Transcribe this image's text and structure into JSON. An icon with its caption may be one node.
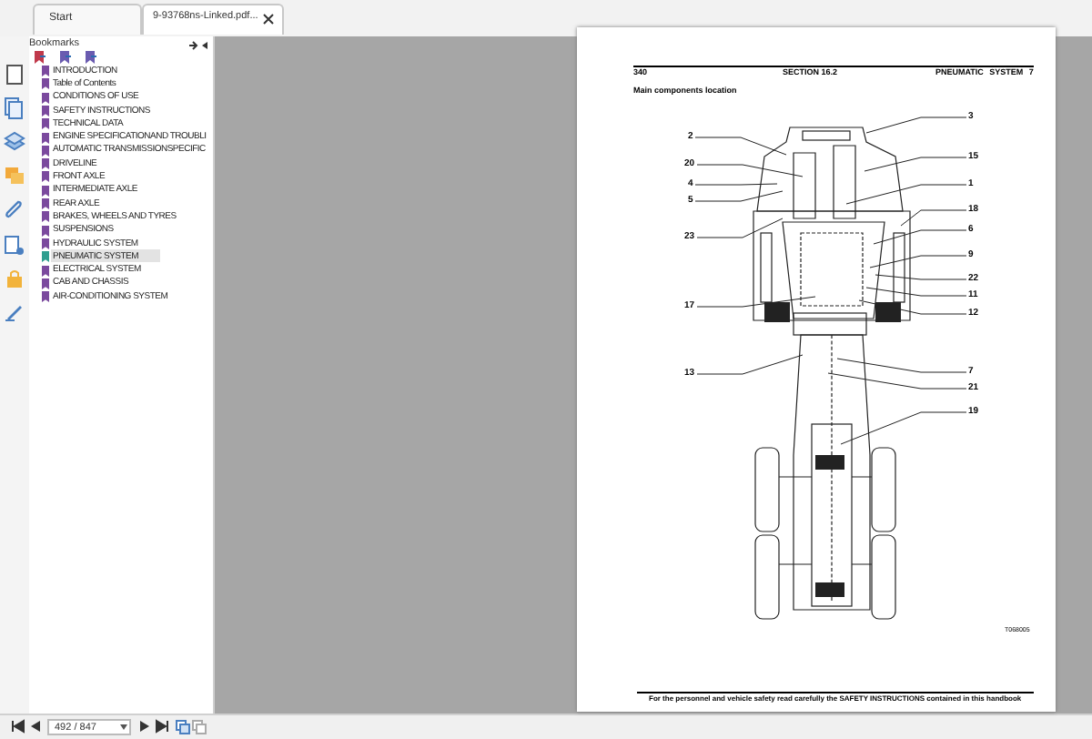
{
  "diagram": {
    "nodes": [
      {
        "text": [
          "3"
        ]
      },
      {
        "text": [
          "2"
        ]
      },
      {
        "text": [
          "20"
        ]
      },
      {
        "text": [
          "15"
        ]
      },
      {
        "text": [
          "4"
        ]
      },
      {
        "text": [
          "5"
        ]
      },
      {
        "text": [
          "1"
        ]
      },
      {
        "text": [
          "18"
        ]
      },
      {
        "text": [
          "6"
        ]
      },
      {
        "text": [
          "23"
        ]
      },
      {
        "text": [
          "9"
        ]
      },
      {
        "text": [
          "22"
        ]
      },
      {
        "text": [
          "11"
        ]
      },
      {
        "text": [
          "17"
        ]
      },
      {
        "text": [
          "12"
        ]
      },
      {
        "text": [
          "7"
        ]
      },
      {
        "text": [
          "13"
        ]
      },
      {
        "text": [
          "21"
        ]
      },
      {
        "text": [
          "19"
        ]
      }
    ],
    "edges": [
      {
        "from": 0,
        "to": null,
        "arrow": "none"
      },
      {
        "from": 1,
        "to": null,
        "arrow": "none"
      },
      {
        "from": 2,
        "to": null,
        "arrow": "none"
      },
      {
        "from": 3,
        "to": null,
        "arrow": "none"
      },
      {
        "from": 4,
        "to": null,
        "arrow": "none"
      },
      {
        "from": 5,
        "to": null,
        "arrow": "none"
      },
      {
        "from": 6,
        "to": null,
        "arrow": "none"
      },
      {
        "from": 7,
        "to": null,
        "arrow": "none"
      },
      {
        "from": 8,
        "to": null,
        "arrow": "none"
      },
      {
        "from": 9,
        "to": null,
        "arrow": "none"
      },
      {
        "from": 10,
        "to": null,
        "arrow": "none"
      },
      {
        "from": 11,
        "to": null,
        "arrow": "none"
      },
      {
        "from": 12,
        "to": null,
        "arrow": "none"
      },
      {
        "from": 13,
        "to": null,
        "arrow": "none"
      },
      {
        "from": 14,
        "to": null,
        "arrow": "none"
      },
      {
        "from": 15,
        "to": null,
        "arrow": "none"
      },
      {
        "from": 16,
        "to": null,
        "arrow": "none"
      },
      {
        "from": 17,
        "to": null,
        "arrow": "none"
      },
      {
        "from": 18,
        "to": null,
        "arrow": "none"
      }
    ],
    "labels": [
      "Start",
      "9-93768ns-Linked.pdf...",
      "Bookmarks",
      "INTRODUCTION",
      "Table of Contents",
      "CONDITIONS OF USE",
      "SAFETY INSTRUCTIONS",
      "TECHNICAL DATA",
      "ENGINE SPECIFICATIONAND TROUBLI",
      "AUTOMATIC TRANSMISSIONSPECIFIC",
      "DRIVELINE",
      "FRONT AXLE",
      "INTERMEDIATE AXLE",
      "REAR AXLE",
      "BRAKES, WHEELS AND TYRES",
      "SUSPENSIONS",
      "HYDRAULIC SYSTEM",
      "PNEUMATIC SYSTEM",
      "ELECTRICAL SYSTEM",
      "CAB AND CHASSIS",
      "AIR-CONDITIONING SYSTEM",
      "340",
      "SECTION 16.2",
      "PNEUMATIC SYSTEM 7",
      "Main components location",
      "T068005",
      "For the personnel and vehicle safety read carefully the SAFETY INSTRUCTIONS contained in this handbook",
      "492 / 847"
    ]
  }
}
